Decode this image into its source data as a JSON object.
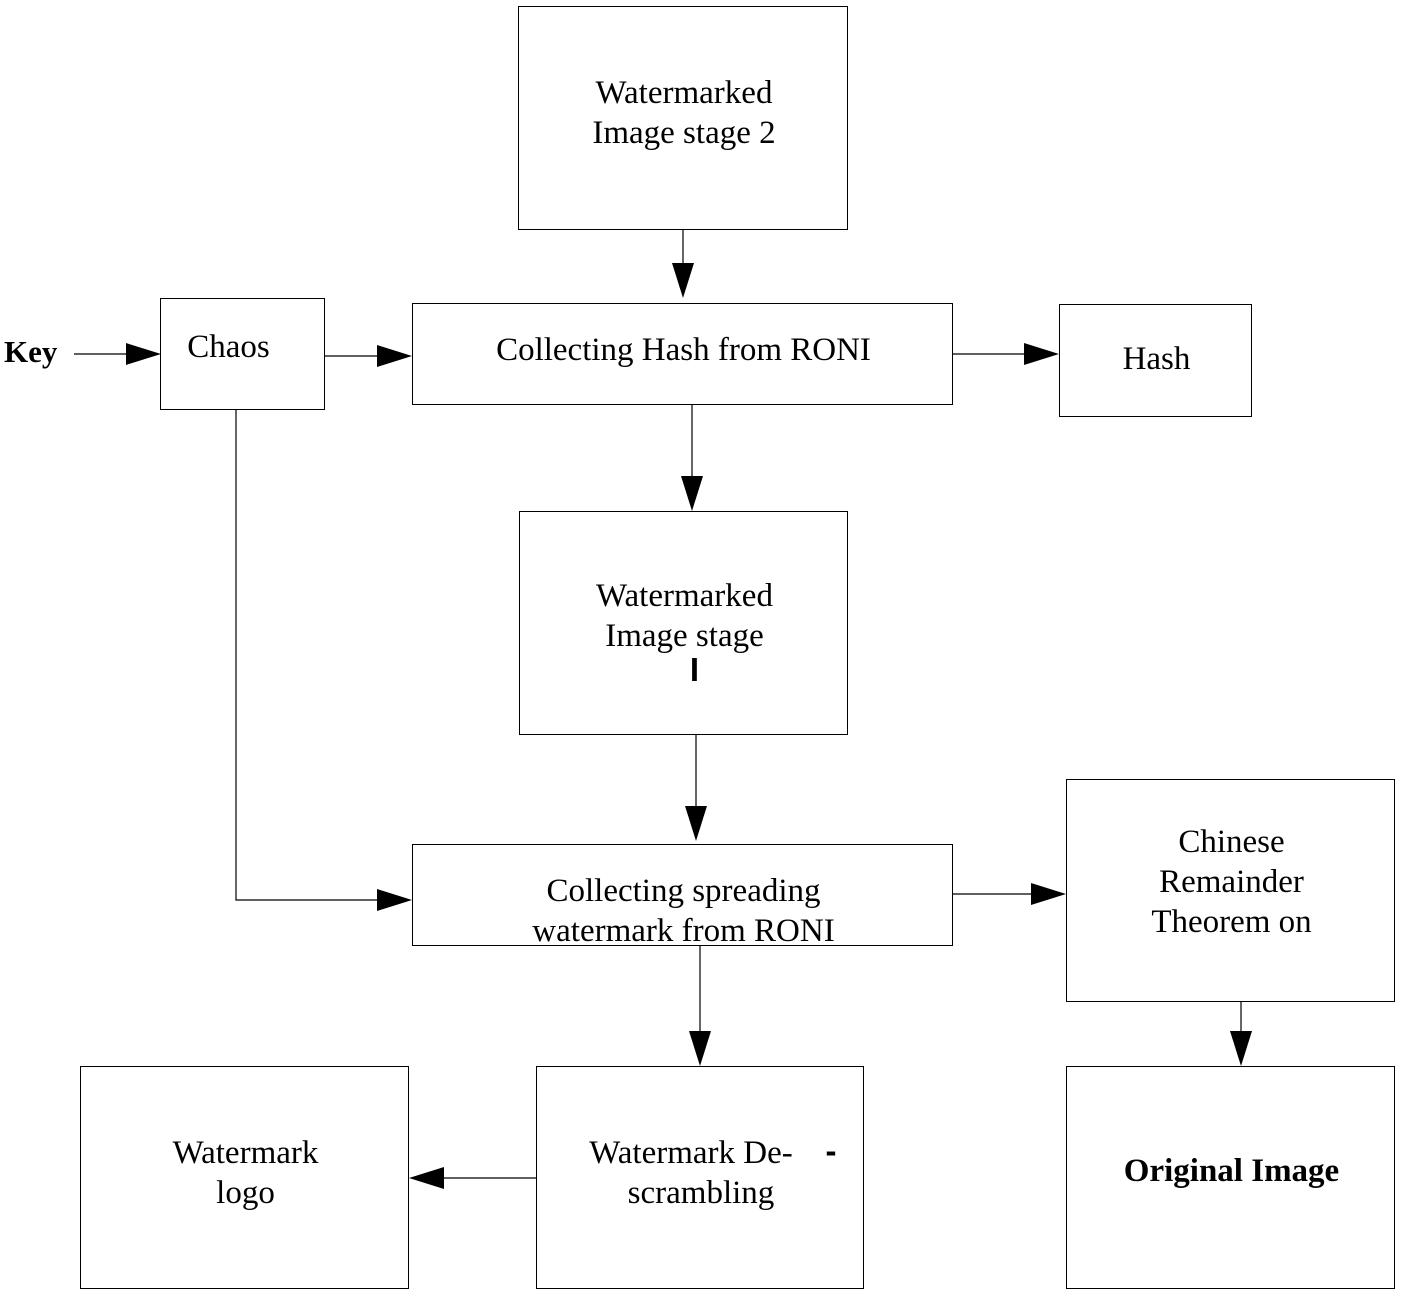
{
  "diagram": {
    "nodes": {
      "key": {
        "label": "Key"
      },
      "chaos": {
        "label": "Chaos"
      },
      "watermarked_stage2": {
        "line1": "Watermarked",
        "line2": "Image stage 2"
      },
      "collecting_hash": {
        "label": "Collecting Hash from RONI"
      },
      "hash": {
        "label": "Hash"
      },
      "watermarked_stage1": {
        "line1": "Watermarked",
        "line2": "Image stage",
        "line3": "I"
      },
      "collecting_spreading": {
        "line1": "Collecting spreading",
        "line2": "watermark from RONI"
      },
      "crt": {
        "line1": "Chinese",
        "line2": "Remainder",
        "line3": "Theorem on"
      },
      "watermark_logo": {
        "line1": "Watermark",
        "line2": "logo"
      },
      "descrambling": {
        "line1": "Watermark De-",
        "line1_mark": "-",
        "line2": "scrambling"
      },
      "original_image": {
        "label": "Original Image"
      }
    },
    "edges": [
      {
        "from": "key",
        "to": "chaos"
      },
      {
        "from": "chaos",
        "to": "collecting_hash"
      },
      {
        "from": "watermarked_stage2",
        "to": "collecting_hash"
      },
      {
        "from": "collecting_hash",
        "to": "hash"
      },
      {
        "from": "collecting_hash",
        "to": "watermarked_stage1"
      },
      {
        "from": "watermarked_stage1",
        "to": "collecting_spreading"
      },
      {
        "from": "chaos",
        "to": "collecting_spreading"
      },
      {
        "from": "collecting_spreading",
        "to": "crt"
      },
      {
        "from": "collecting_spreading",
        "to": "descrambling"
      },
      {
        "from": "descrambling",
        "to": "watermark_logo"
      },
      {
        "from": "crt",
        "to": "original_image"
      }
    ]
  }
}
